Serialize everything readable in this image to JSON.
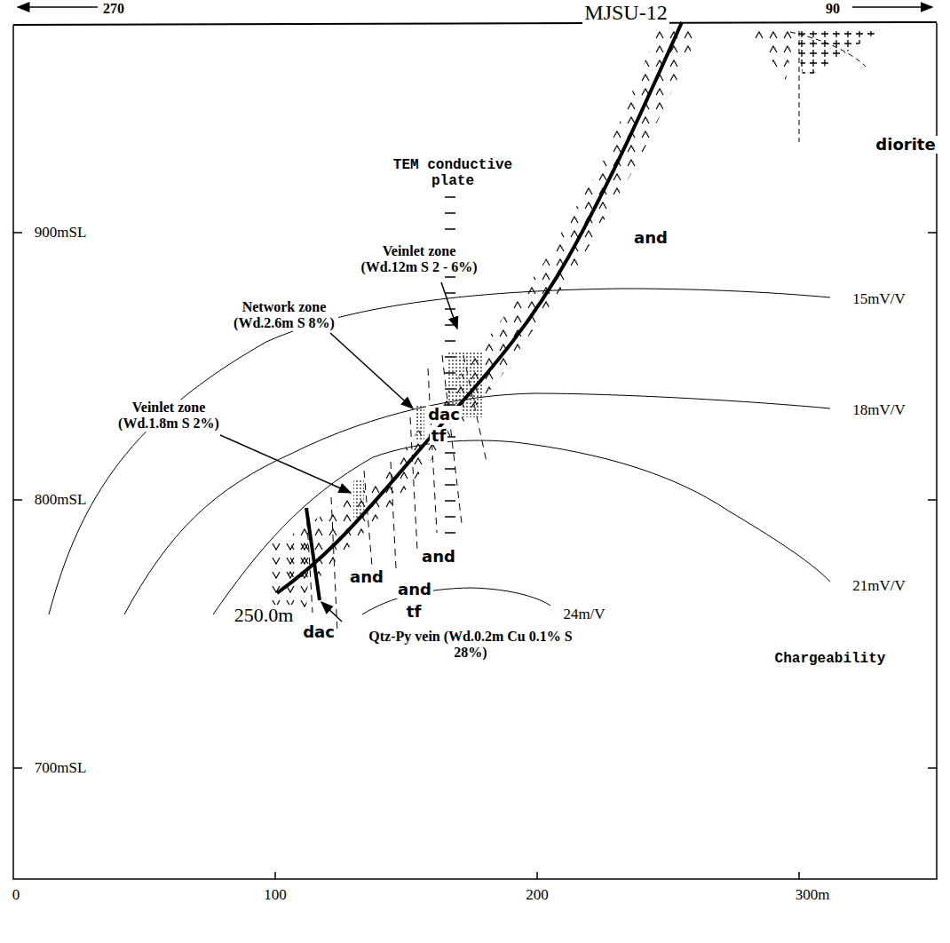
{
  "diagram": {
    "labels": [
      "270",
      "90",
      "MJSU-12",
      "diorite",
      "900mSL",
      "TEM conductive plate",
      "Veinlet zone (Wd.12m S 2 - 6%)",
      "and",
      "15mV/V",
      "Network zone (Wd.2.6m S 8%)",
      "Veinlet zone (Wd.1.8m S 2%)",
      "dac",
      "tf",
      "18mV/V",
      "800mSL",
      "and",
      "and",
      "and",
      "tf",
      "21mV/V",
      "250.0m",
      "dac",
      "Qtz-Py vein (Wd.0.2m Cu 0.1% S 28%)",
      "24m/V",
      "Chargeability",
      "700mSL",
      "0",
      "100",
      "200",
      "300m"
    ]
  }
}
